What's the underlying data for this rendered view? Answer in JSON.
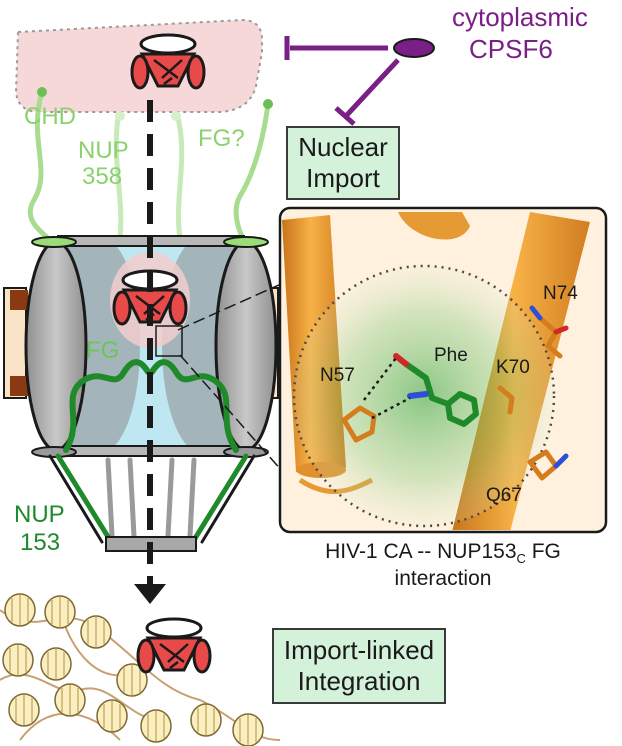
{
  "labels": {
    "cytoplasmic": "cytoplasmic",
    "cpsf6": "CPSF6",
    "chd": "CHD",
    "nup358_line1": "NUP",
    "nup358_line2": "358",
    "fg_question": "FG?",
    "fg": "FG",
    "nup153_line1": "NUP",
    "nup153_line2": "153"
  },
  "boxes": {
    "nuclear_import_line1": "Nuclear",
    "nuclear_import_line2": "Import",
    "integration_line1": "Import-linked",
    "integration_line2": "Integration"
  },
  "inset": {
    "residues": [
      "N74",
      "Phe",
      "N57",
      "K70",
      "Q67"
    ],
    "caption_line1_a": "HIV-1 CA -- NUP153",
    "caption_line1_sub": "C",
    "caption_line1_b": " FG",
    "caption_line2": "interaction"
  },
  "colors": {
    "purple": "#7a1f86",
    "light_green": "#8cd16e",
    "dark_green": "#1f8a2a",
    "capsid_red": "#e84a4a",
    "orange_helix": "#f0a030",
    "pore_gray": "#a8a8a8",
    "channel_blue": "#bfe7f2",
    "box_fill": "#d4f1da"
  }
}
